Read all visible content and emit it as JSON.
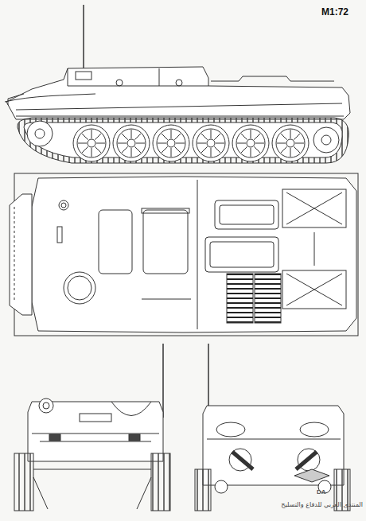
{
  "diagram": {
    "labels": [
      "M1:72",
      "DA",
      "المنتدى العربي للدفاع والتسليح"
    ]
  }
}
